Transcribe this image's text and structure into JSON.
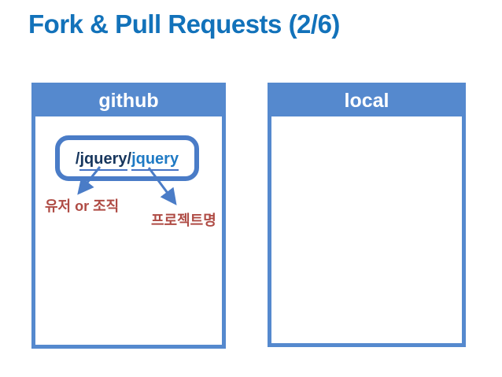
{
  "title": "Fork & Pull Requests (2/6)",
  "github_panel": {
    "header": "github",
    "repo_path": {
      "slash1": "/",
      "owner": "jquery",
      "slash2": "/",
      "repo": "jquery"
    },
    "owner_label": "유저 or 조직",
    "repo_label": "프로젝트명"
  },
  "local_panel": {
    "header": "local"
  },
  "icons": {
    "owner_arrow": "arrow-down-left",
    "repo_arrow": "arrow-down-right"
  },
  "colors": {
    "title_blue": "#1272BA",
    "panel_blue": "#5589CE",
    "badge_border_blue": "#4A7CC7",
    "arrow_blue": "#4A7CC7",
    "path_dark_navy": "#17365D",
    "path_link_blue": "#1F7AC4",
    "underline_blue": "#4472C4",
    "label_dark_red": "#AF4B44"
  }
}
